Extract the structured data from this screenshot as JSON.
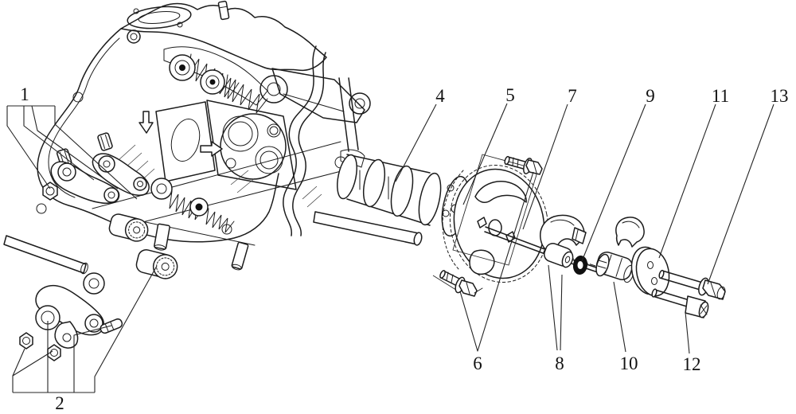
{
  "figure": {
    "background_color": "#ffffff",
    "line_color": "#1c1c1c",
    "label_color": "#111111"
  },
  "callouts": [
    {
      "label": "1"
    },
    {
      "label": "2"
    },
    {
      "label": "4"
    },
    {
      "label": "5"
    },
    {
      "label": "6"
    },
    {
      "label": "7"
    },
    {
      "label": "8"
    },
    {
      "label": "9"
    },
    {
      "label": "10"
    },
    {
      "label": "11"
    },
    {
      "label": "12"
    },
    {
      "label": "13"
    }
  ]
}
